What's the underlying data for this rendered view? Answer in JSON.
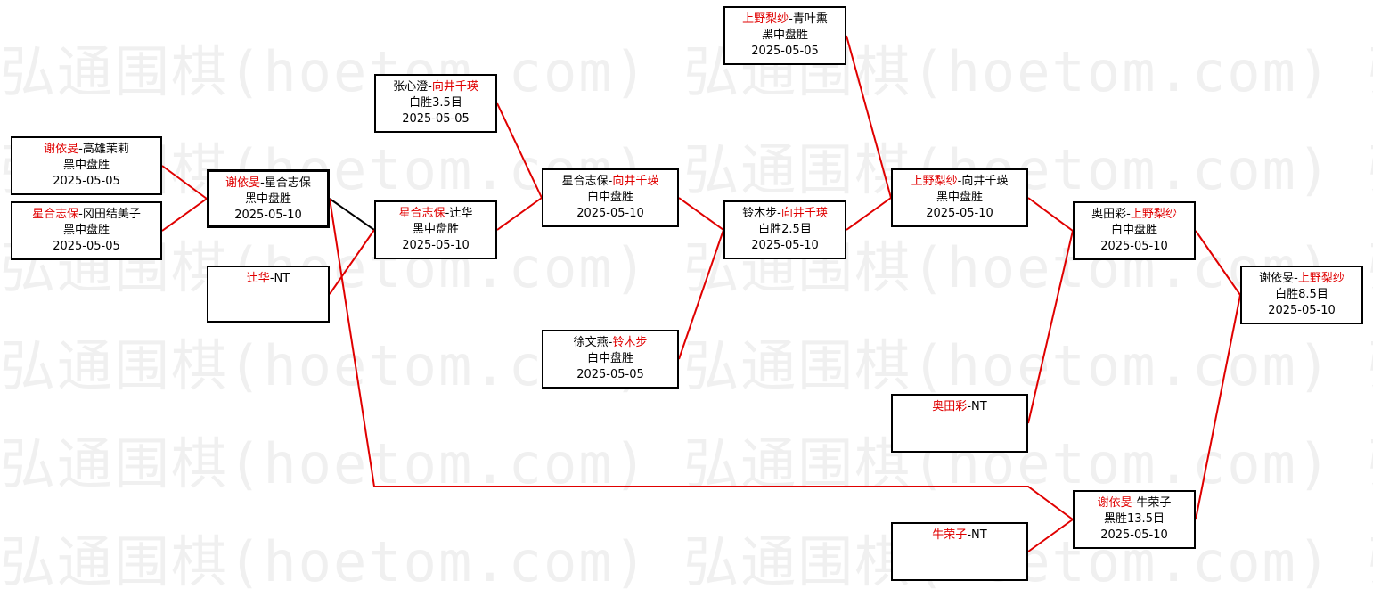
{
  "watermark": "弘通围棋(hoetom.com) 弘通围棋(hoetom.com) 弘通围棋",
  "colors": {
    "winner": "#e00000",
    "line_win": "#e00000",
    "line_loss": "#000000"
  },
  "matches": [
    {
      "id": "A",
      "p1": "谢依旻",
      "p2": "高雄茉莉",
      "winner": 1,
      "result": "黑中盘胜",
      "date": "2025-05-05"
    },
    {
      "id": "B",
      "p1": "星合志保",
      "p2": "冈田结美子",
      "winner": 1,
      "result": "黑中盘胜",
      "date": "2025-05-05"
    },
    {
      "id": "C",
      "p1": "谢依旻",
      "p2": "星合志保",
      "winner": 1,
      "result": "黑中盘胜",
      "date": "2025-05-10"
    },
    {
      "id": "D",
      "p1": "辻华",
      "p2": "NT",
      "winner": 1,
      "result": "",
      "date": ""
    },
    {
      "id": "E",
      "p1": "张心澄",
      "p2": "向井千瑛",
      "winner": 2,
      "result": "白胜3.5目",
      "date": "2025-05-05"
    },
    {
      "id": "F",
      "p1": "星合志保",
      "p2": "辻华",
      "winner": 1,
      "result": "黑中盘胜",
      "date": "2025-05-10"
    },
    {
      "id": "G",
      "p1": "星合志保",
      "p2": "向井千瑛",
      "winner": 2,
      "result": "白中盘胜",
      "date": "2025-05-10"
    },
    {
      "id": "H",
      "p1": "徐文燕",
      "p2": "铃木步",
      "winner": 2,
      "result": "白中盘胜",
      "date": "2025-05-05"
    },
    {
      "id": "I",
      "p1": "上野梨纱",
      "p2": "青叶熏",
      "winner": 1,
      "result": "黑中盘胜",
      "date": "2025-05-05"
    },
    {
      "id": "J",
      "p1": "铃木步",
      "p2": "向井千瑛",
      "winner": 2,
      "result": "白胜2.5目",
      "date": "2025-05-10"
    },
    {
      "id": "K",
      "p1": "上野梨纱",
      "p2": "向井千瑛",
      "winner": 1,
      "result": "黑中盘胜",
      "date": "2025-05-10"
    },
    {
      "id": "L",
      "p1": "奥田彩",
      "p2": "NT",
      "winner": 1,
      "result": "",
      "date": ""
    },
    {
      "id": "M",
      "p1": "奥田彩",
      "p2": "上野梨纱",
      "winner": 2,
      "result": "白中盘胜",
      "date": "2025-05-10"
    },
    {
      "id": "N",
      "p1": "谢依旻",
      "p2": "牛荣子",
      "winner": 1,
      "result": "黑胜13.5目",
      "date": "2025-05-10"
    },
    {
      "id": "O",
      "p1": "牛荣子",
      "p2": "NT",
      "winner": 1,
      "result": "",
      "date": ""
    },
    {
      "id": "P",
      "p1": "谢依旻",
      "p2": "上野梨纱",
      "winner": 2,
      "result": "白胜8.5目",
      "date": "2025-05-10"
    }
  ]
}
